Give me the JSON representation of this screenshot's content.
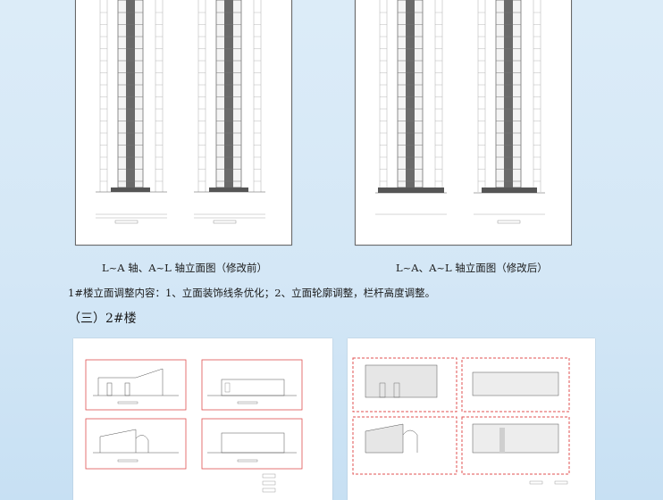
{
  "figures": {
    "before_caption": "L~A 轴、A~L 轴立面图（修改前）",
    "after_caption": "L~A、A~L 轴立面图（修改后）"
  },
  "body_text": {
    "paragraph": "1#楼立面调整内容：1、立面装饰线条优化；2、立面轮廓调整，栏杆高度调整。"
  },
  "section": {
    "heading": "（三）2#楼"
  }
}
